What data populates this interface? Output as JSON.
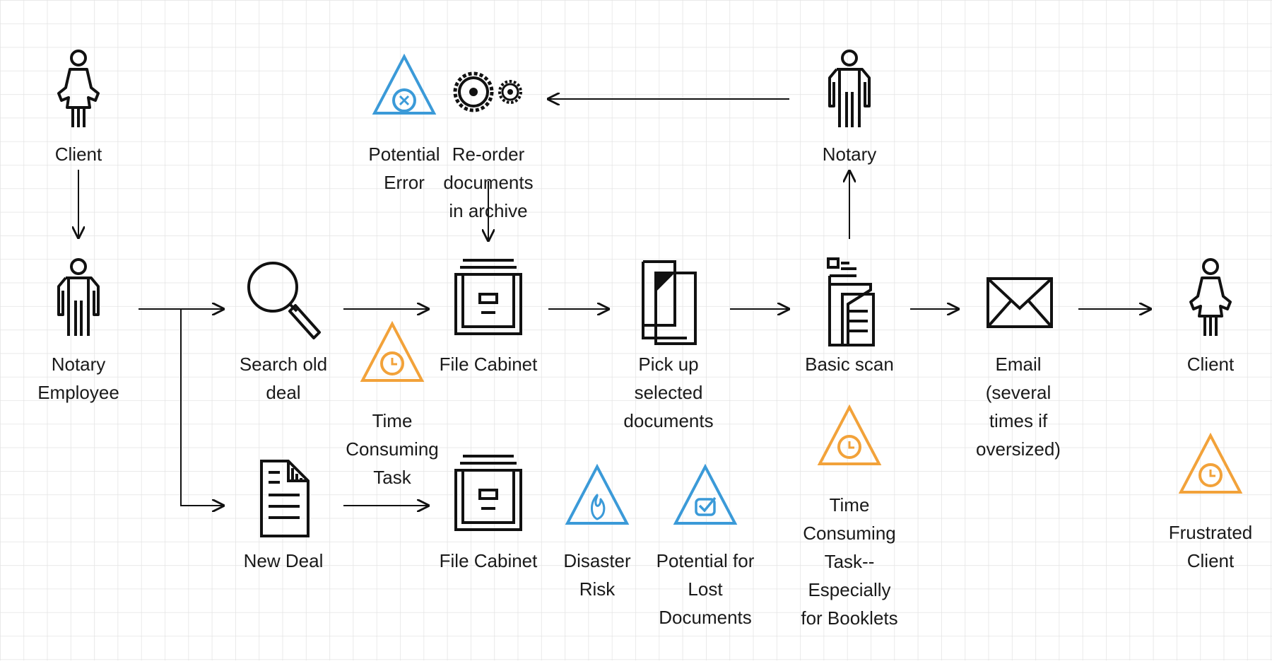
{
  "colors": {
    "grid": "#e3e3e3",
    "line": "#111111",
    "warning_orange": "#f2a23a",
    "risk_blue": "#3b9ad8"
  },
  "nodes": {
    "client_top": {
      "icon": "person-female-icon",
      "label": [
        "Client"
      ]
    },
    "notary_employee": {
      "icon": "person-male-icon",
      "label": [
        "Notary",
        "Employee"
      ]
    },
    "search_old_deal": {
      "icon": "magnifier-icon",
      "label": [
        "Search old",
        "deal"
      ]
    },
    "new_deal": {
      "icon": "document-icon",
      "label": [
        "New Deal"
      ]
    },
    "file_cabinet_1": {
      "icon": "file-cabinet-icon",
      "label": [
        "File Cabinet"
      ]
    },
    "file_cabinet_2": {
      "icon": "file-cabinet-icon",
      "label": [
        "File Cabinet"
      ]
    },
    "reorder": {
      "icon": "gears-icon",
      "label": [
        "Re-order",
        "documents",
        "in archive"
      ]
    },
    "pick_up": {
      "icon": "documents-icon",
      "label": [
        "Pick up",
        "selected",
        "documents"
      ]
    },
    "basic_scan": {
      "icon": "scanner-icon",
      "label": [
        "Basic scan"
      ]
    },
    "notary": {
      "icon": "person-male-icon",
      "label": [
        "Notary"
      ]
    },
    "email": {
      "icon": "envelope-icon",
      "label": [
        "Email",
        "(several",
        "times if",
        "oversized)"
      ]
    },
    "client_end": {
      "icon": "person-female-icon",
      "label": [
        "Client"
      ]
    }
  },
  "risks": {
    "potential_error": {
      "icon": "error-warning-icon",
      "color": "blue",
      "label": [
        "Potential",
        "Error"
      ]
    },
    "time_consuming_1": {
      "icon": "clock-warning-icon",
      "color": "orange",
      "label": [
        "Time",
        "Consuming",
        "Task"
      ]
    },
    "disaster_risk": {
      "icon": "fire-warning-icon",
      "color": "blue",
      "label": [
        "Disaster",
        "Risk"
      ]
    },
    "lost_documents": {
      "icon": "check-warning-icon",
      "color": "blue",
      "label": [
        "Potential for",
        "Lost",
        "Documents"
      ]
    },
    "time_consuming_2": {
      "icon": "clock-warning-icon",
      "color": "orange",
      "label": [
        "Time",
        "Consuming",
        "Task--",
        "Especially",
        "for Booklets"
      ]
    },
    "frustrated_client": {
      "icon": "clock-warning-icon",
      "color": "orange",
      "label": [
        "Frustrated",
        "Client"
      ]
    }
  }
}
